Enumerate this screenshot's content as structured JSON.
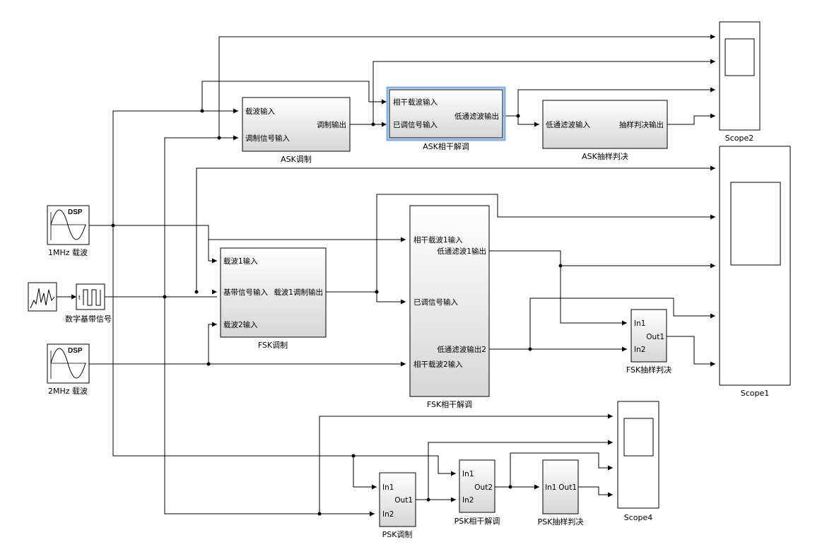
{
  "blocks": {
    "ask_mod": {
      "name": "ASK调制",
      "ports": [
        "载波输入",
        "调制信号输入",
        "调制输出"
      ]
    },
    "ask_demod": {
      "name": "ASK相干解调",
      "ports": [
        "相干载波输入",
        "已调信号输入",
        "低通滤波输出"
      ]
    },
    "ask_judge": {
      "name": "ASK抽样判决",
      "ports": [
        "低通滤波输入",
        "抽样判决输出"
      ]
    },
    "fsk_mod": {
      "name": "FSK调制",
      "ports": [
        "载波1输入",
        "基带信号输入",
        "载波2输入",
        "载波1调制输出"
      ]
    },
    "fsk_demod": {
      "name": "FSK相干解调",
      "ports": [
        "相干载波1输入",
        "已调信号输入",
        "相干载波2输入",
        "低通滤波1输出",
        "低通滤波输出2"
      ]
    },
    "fsk_judge": {
      "name": "FSK抽样判决",
      "ports": [
        "In1",
        "In2",
        "Out1"
      ]
    },
    "psk_mod": {
      "name": "PSK调制",
      "ports": [
        "In1",
        "In2",
        "Out1"
      ]
    },
    "psk_demod": {
      "name": "PSK相干解调",
      "ports": [
        "In1",
        "In2",
        "Out2"
      ]
    },
    "psk_judge": {
      "name": "PSK抽样判决",
      "ports": [
        "In1",
        "Out1"
      ]
    },
    "src1": {
      "name": "1MHz 载波",
      "icon_text": "DSP"
    },
    "src2": {
      "name": "2MHz 载波",
      "icon_text": "DSP"
    },
    "baseband": {
      "name": "数字基带信号"
    },
    "scope1": {
      "name": "Scope1"
    },
    "scope2": {
      "name": "Scope2"
    },
    "scope4": {
      "name": "Scope4"
    }
  },
  "colors": {
    "selection": "#7fb3e6",
    "block_fill_top": "#ffffff",
    "block_fill_bottom": "#d6d6d6"
  }
}
